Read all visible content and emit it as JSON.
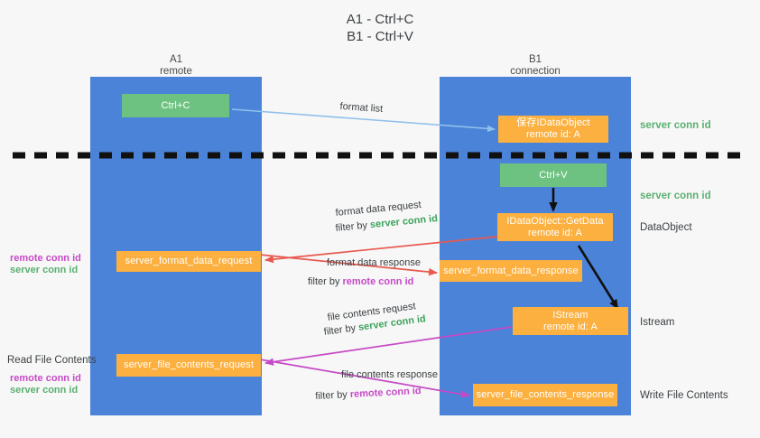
{
  "title": {
    "line1": "A1 - Ctrl+C",
    "line2": "B1 - Ctrl+V"
  },
  "colors": {
    "lane": "#4b83d8",
    "green_box": "#6ec281",
    "orange_box": "#fbb040",
    "server_conn_id": "#3da35d",
    "remote_conn_id": "#c64ac6",
    "red_arrow": "#e8594f",
    "magenta_arrow": "#c64ac6",
    "light_blue_arrow": "#8fc0ec",
    "black_arrow": "#000000",
    "background": "#f7f7f7"
  },
  "lanes": [
    {
      "id": "a1",
      "title": "A1",
      "subtitle": "remote"
    },
    {
      "id": "b1",
      "title": "B1",
      "subtitle": "connection"
    }
  ],
  "boxes": {
    "ctrl_c": {
      "label": "Ctrl+C",
      "style": "green"
    },
    "save_idataobject": {
      "line1": "保存IDataObject",
      "line2": "remote id: A",
      "style": "orange"
    },
    "ctrl_v": {
      "label": "Ctrl+V",
      "style": "green"
    },
    "getdata": {
      "line1": "IDataObject::GetData",
      "line2": "remote id: A",
      "style": "orange"
    },
    "server_format_data_request": {
      "label": "server_format_data_request",
      "style": "orange"
    },
    "server_format_data_response": {
      "label": "server_format_data_response",
      "style": "orange"
    },
    "istream": {
      "line1": "IStream",
      "line2": "remote id: A",
      "style": "orange"
    },
    "server_file_contents_request": {
      "label": "server_file_contents_request",
      "style": "orange"
    },
    "server_file_contents_response": {
      "label": "server_file_contents_response",
      "style": "orange"
    }
  },
  "edge_labels": {
    "format_list": "format list",
    "format_data_request": "format data request",
    "format_data_request_filter_prefix": "filter by ",
    "format_data_request_filter_value": "server conn id",
    "format_data_response": "format data response",
    "format_data_response_filter_prefix": "filter by ",
    "format_data_response_filter_value": "remote conn id",
    "file_contents_request": "file contents request",
    "file_contents_request_filter_prefix": "filter by ",
    "file_contents_request_filter_value": "server conn id",
    "file_contents_response": "file contents response",
    "file_contents_response_filter_prefix": "filter by ",
    "file_contents_response_filter_value": "remote conn id"
  },
  "right_annotations": [
    {
      "id": "server-conn-id-1",
      "text": "server conn id",
      "kind": "green"
    },
    {
      "id": "server-conn-id-2",
      "text": "server conn id",
      "kind": "green"
    },
    {
      "id": "dataobject",
      "text": "DataObject",
      "kind": "plain"
    },
    {
      "id": "istream",
      "text": "Istream",
      "kind": "plain"
    },
    {
      "id": "write-file-contents",
      "text": "Write File Contents",
      "kind": "plain"
    }
  ],
  "left_annotations": {
    "group1_line1": "remote conn id",
    "group1_line2": "server conn id",
    "read_file_contents": "Read File Contents",
    "group2_line1": "remote conn id",
    "group2_line2": "server conn id"
  }
}
